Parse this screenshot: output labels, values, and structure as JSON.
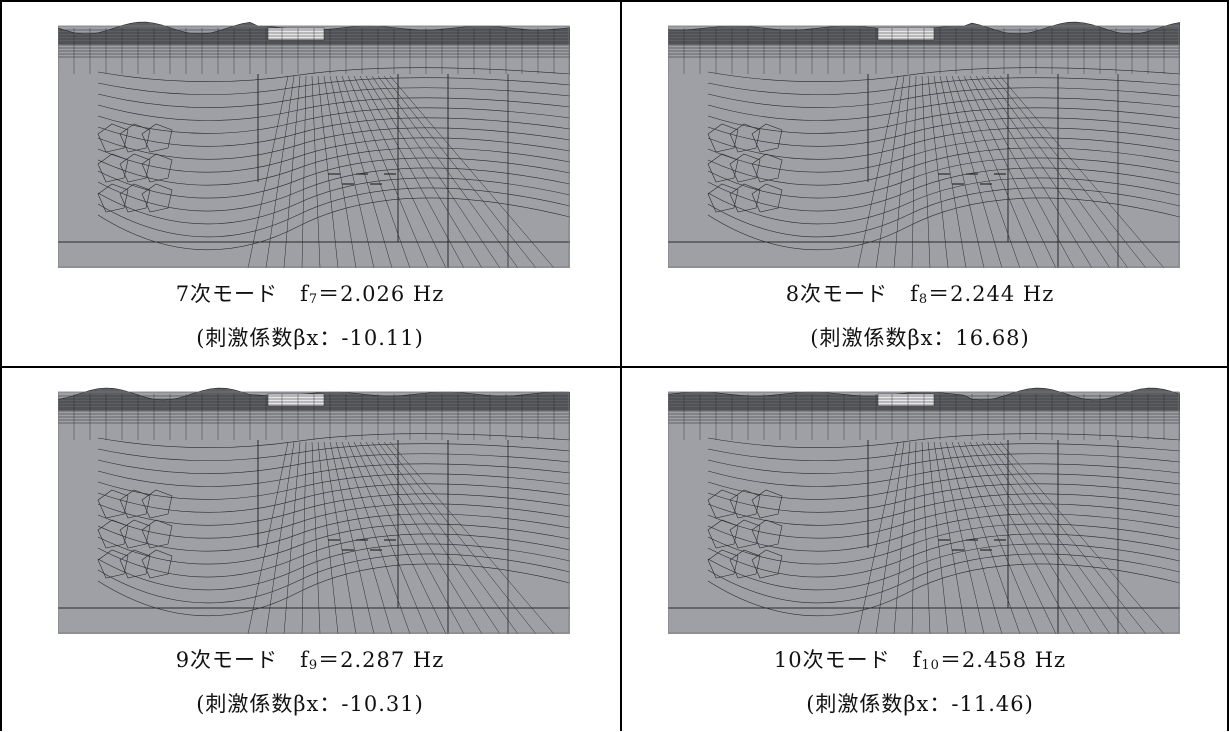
{
  "modes": [
    {
      "mode_label": "7次モード",
      "freq_symbol": "f",
      "freq_sub": "7",
      "freq_value": "＝2.026 Hz",
      "participation": "(刺激係数βx：-10.11)"
    },
    {
      "mode_label": "8次モード",
      "freq_symbol": "f",
      "freq_sub": "8",
      "freq_value": "＝2.244 Hz",
      "participation": "(刺激係数βx：16.68)"
    },
    {
      "mode_label": "9次モード",
      "freq_symbol": "f",
      "freq_sub": "9",
      "freq_value": "＝2.287 Hz",
      "participation": "(刺激係数βx：-10.31)"
    },
    {
      "mode_label": "10次モード",
      "freq_symbol": "f",
      "freq_sub": "10",
      "freq_value": "＝2.458 Hz",
      "participation": "(刺激係数βx：-11.46)"
    }
  ],
  "colors": {
    "mesh_fill": "#9ea0a6",
    "mesh_line": "#2a2a2a",
    "border": "#000000"
  }
}
